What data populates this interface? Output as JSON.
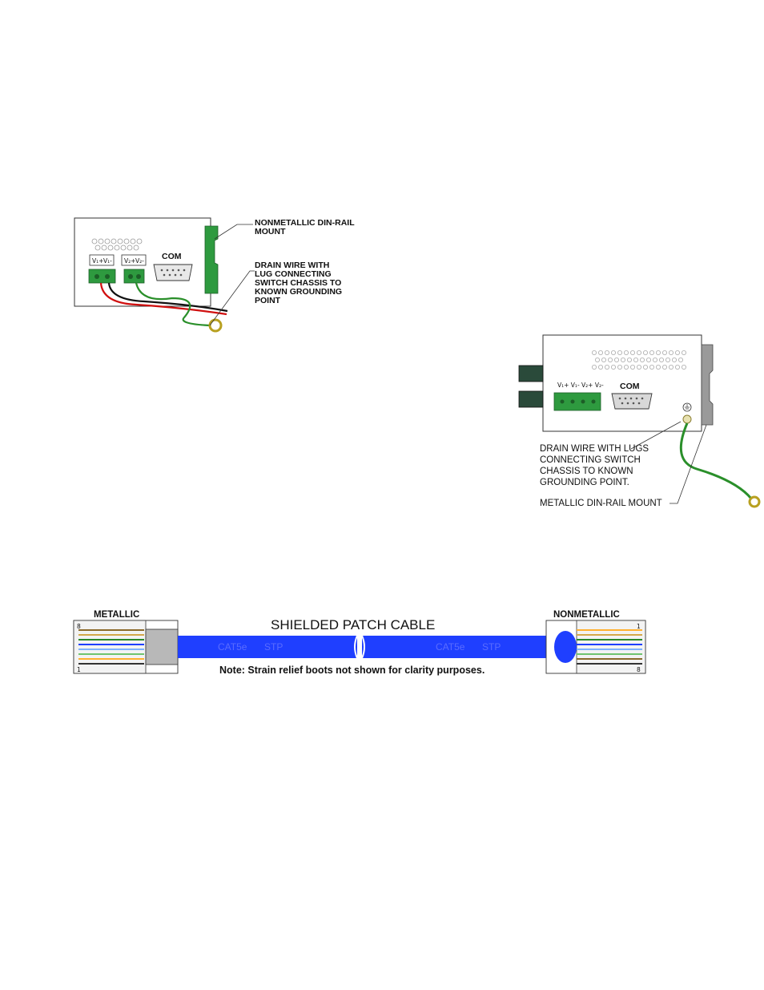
{
  "figure1": {
    "terminal_labels": [
      "V₁+",
      "V₁-",
      "V₂+",
      "V₂-"
    ],
    "com_label": "COM",
    "callout_mount": [
      "NONMETALLIC DIN-RAIL",
      "MOUNT"
    ],
    "callout_drain": [
      "DRAIN WIRE WITH",
      "LUG CONNECTING",
      "SWITCH CHASSIS TO",
      "KNOWN GROUNDING",
      "POINT"
    ]
  },
  "figure2": {
    "terminal_label": "V₁+ V₁-  V₂+ V₂-",
    "com_label": "COM",
    "callout_drain": [
      "DRAIN WIRE WITH LUGS",
      "CONNECTING SWITCH",
      "CHASSIS TO KNOWN",
      "GROUNDING POINT."
    ],
    "callout_mount": "METALLIC DIN-RAIL MOUNT"
  },
  "figure3": {
    "left_header": "METALLIC",
    "right_header": "NONMETALLIC",
    "title": "SHIELDED PATCH CABLE",
    "cable_label_left": [
      "CAT5e",
      "STP"
    ],
    "cable_label_right": [
      "CAT5e",
      "STP"
    ],
    "note": "Note: Strain relief boots not shown for clarity purposes.",
    "pin_left_top": "8",
    "pin_left_bottom": "1",
    "pin_right_top": "1",
    "pin_right_bottom": "8"
  },
  "colors": {
    "cable_blue": "#1f3fff",
    "terminal_green": "#2e9a3f",
    "wire_green": "#2a8f2a",
    "wire_red": "#d01010"
  }
}
